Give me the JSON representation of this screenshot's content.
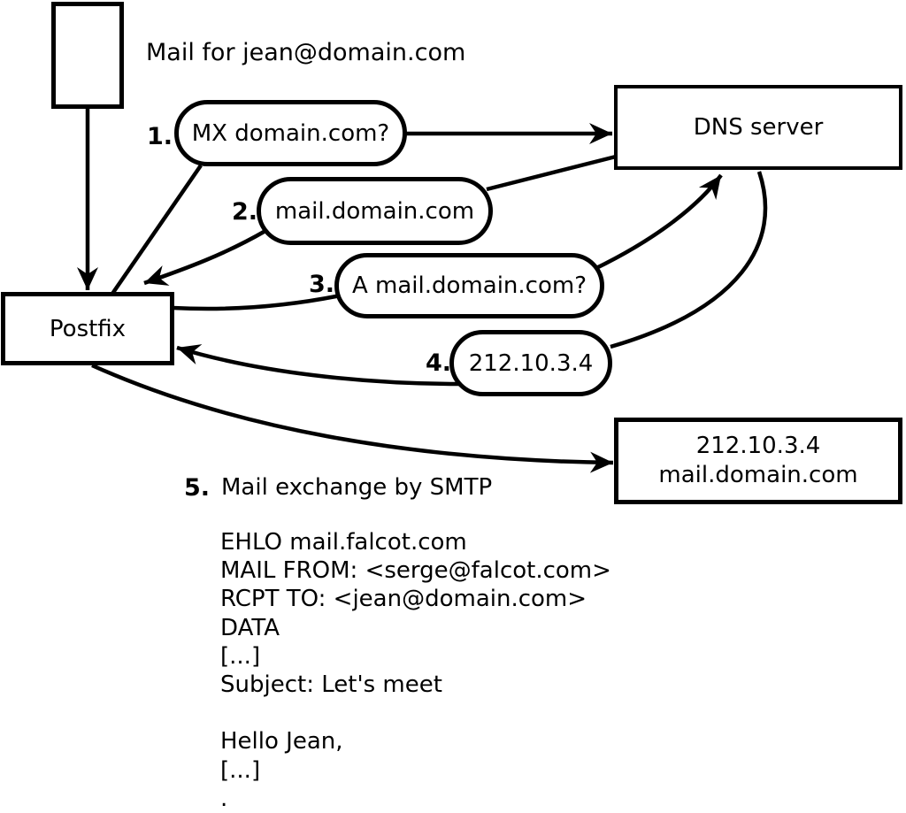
{
  "colors": {
    "ink": "#000000",
    "background": "#ffffff"
  },
  "note": "Mail for jean@domain.com",
  "nodes": {
    "postfix": "Postfix",
    "dns": "DNS server",
    "mailserver_line1": "212.10.3.4",
    "mailserver_line2": "mail.domain.com"
  },
  "steps": [
    {
      "num": "1.",
      "label": "MX domain.com?"
    },
    {
      "num": "2.",
      "label": "mail.domain.com"
    },
    {
      "num": "3.",
      "label": "A mail.domain.com?"
    },
    {
      "num": "4.",
      "label": "212.10.3.4"
    },
    {
      "num": "5.",
      "label": "Mail exchange by SMTP"
    }
  ],
  "smtp_transcript": "EHLO mail.falcot.com\nMAIL FROM: <serge@falcot.com>\nRCPT TO: <jean@domain.com>\nDATA\n[...]\nSubject: Let's meet\n\nHello Jean,\n[...]\n."
}
